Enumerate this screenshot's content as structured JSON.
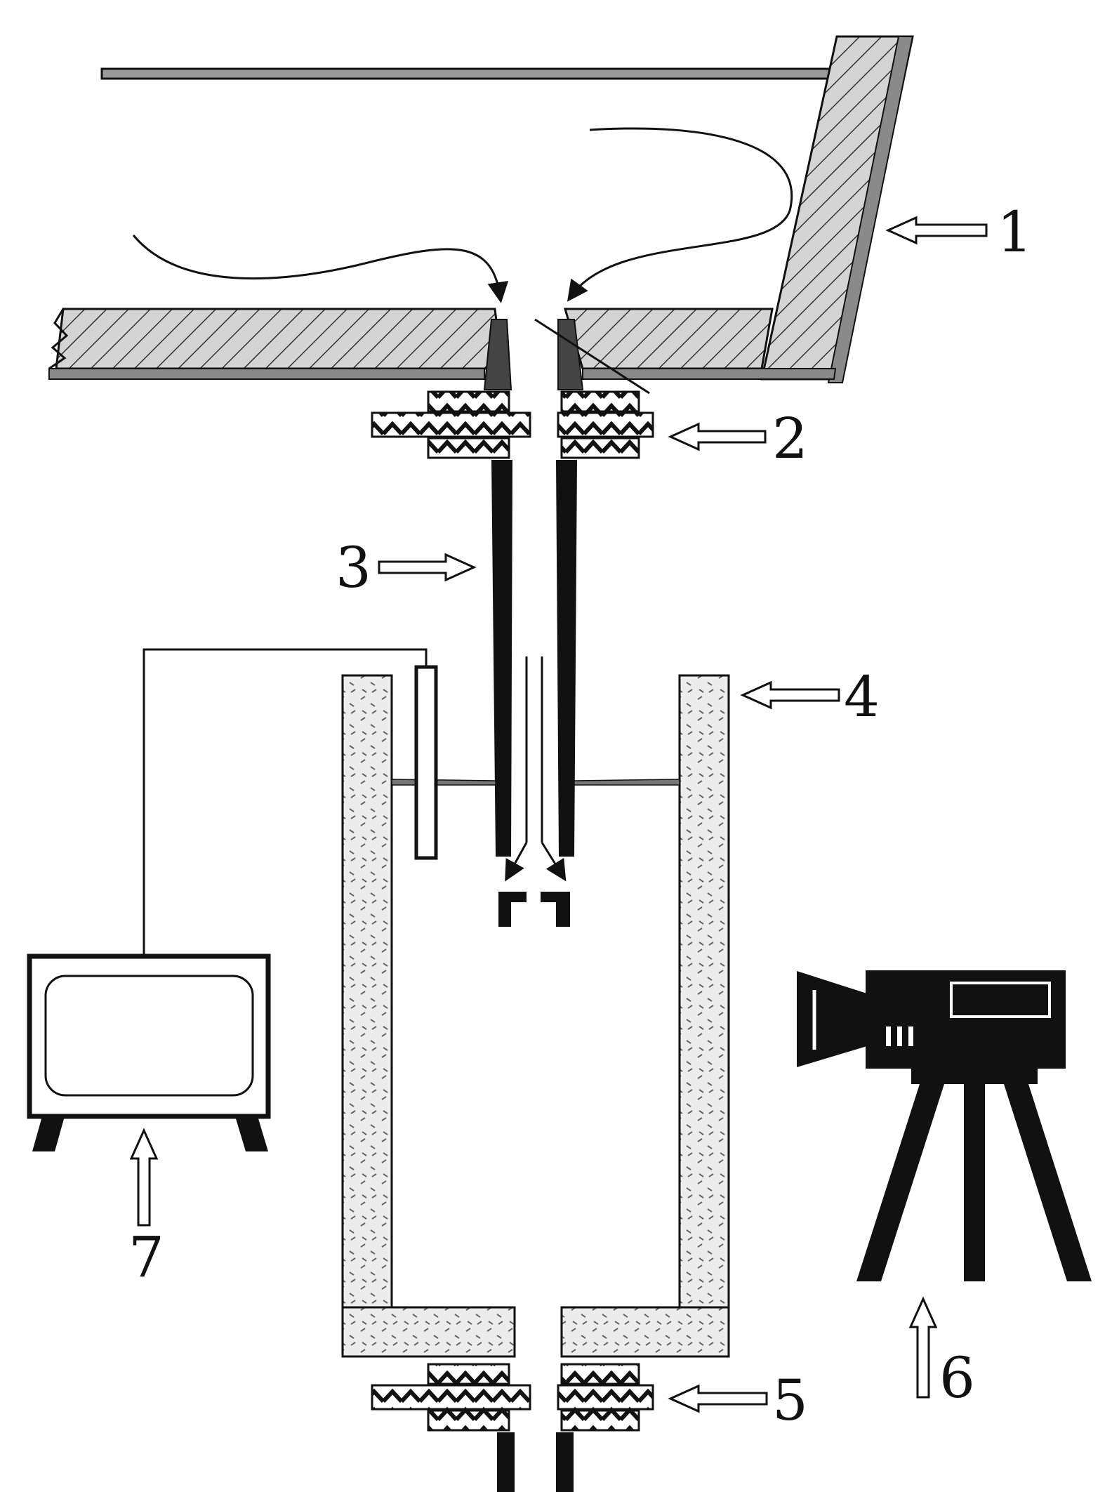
{
  "labels": {
    "tundish": "1",
    "upper_nozzle_block": "2",
    "shroud_tube": "3",
    "mold_vessel": "4",
    "lower_nozzle_block": "5",
    "camera": "6",
    "monitor": "7"
  },
  "colors": {
    "stroke": "#111111",
    "hatch_fill": "#cfcfcf",
    "refractory_fill": "#e6e6e6",
    "background": "#ffffff"
  },
  "icons": {
    "camera": "video-camera-on-tripod-icon",
    "monitor": "crt-monitor-icon"
  }
}
